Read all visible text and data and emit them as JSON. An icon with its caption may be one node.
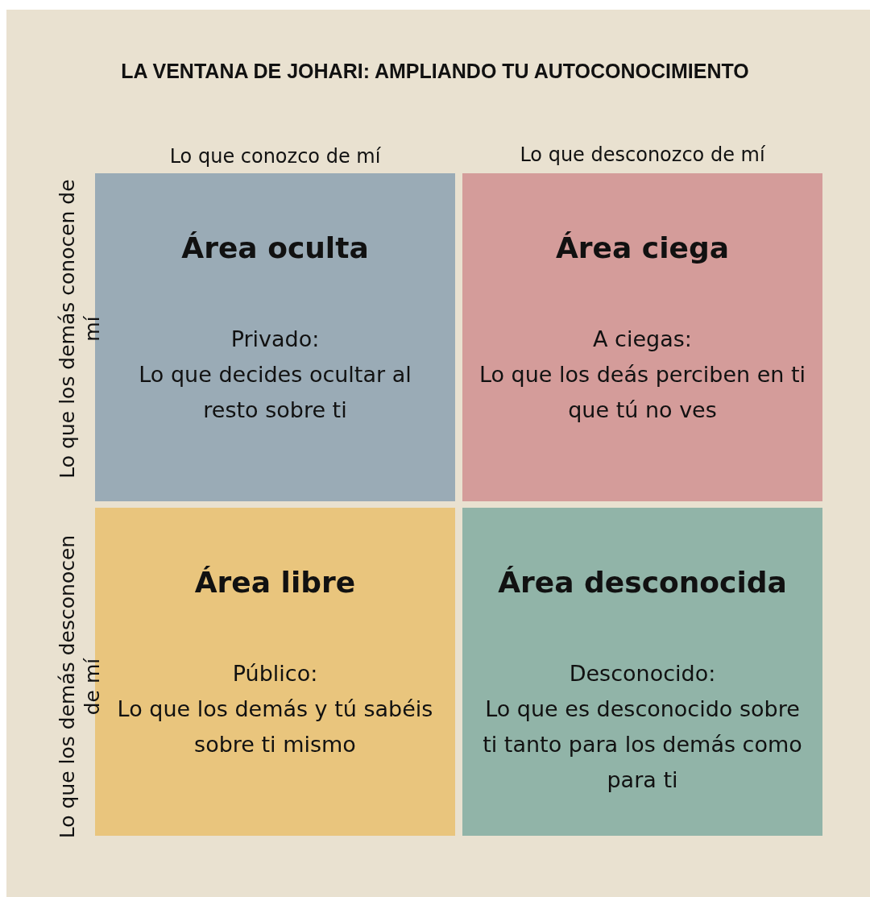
{
  "diagram": {
    "title": "LA VENTANA DE JOHARI: AMPLIANDO TU AUTOCONOCIMIENTO",
    "nodes": [
      {
        "text": [
          "Área oculta",
          "Privado:",
          "Lo que decides ocultar al resto sobre ti"
        ]
      },
      {
        "text": [
          "Área ciega",
          "A ciegas:",
          "Lo que los deás perciben en ti que tú no ves"
        ]
      },
      {
        "text": [
          "Área libre",
          "Público:",
          "Lo que los demás y tú sabéis sobre ti mismo"
        ]
      },
      {
        "text": [
          "Área desconocida",
          "Desconocido:",
          "Lo que es desconocido sobre ti tanto para los demás como para ti"
        ]
      }
    ],
    "labels": [
      "Lo que conozco de mí",
      "Lo que desconozco de mí",
      "Lo que los demás conocen de mí",
      "Lo que los demás desconocen de mí"
    ]
  }
}
